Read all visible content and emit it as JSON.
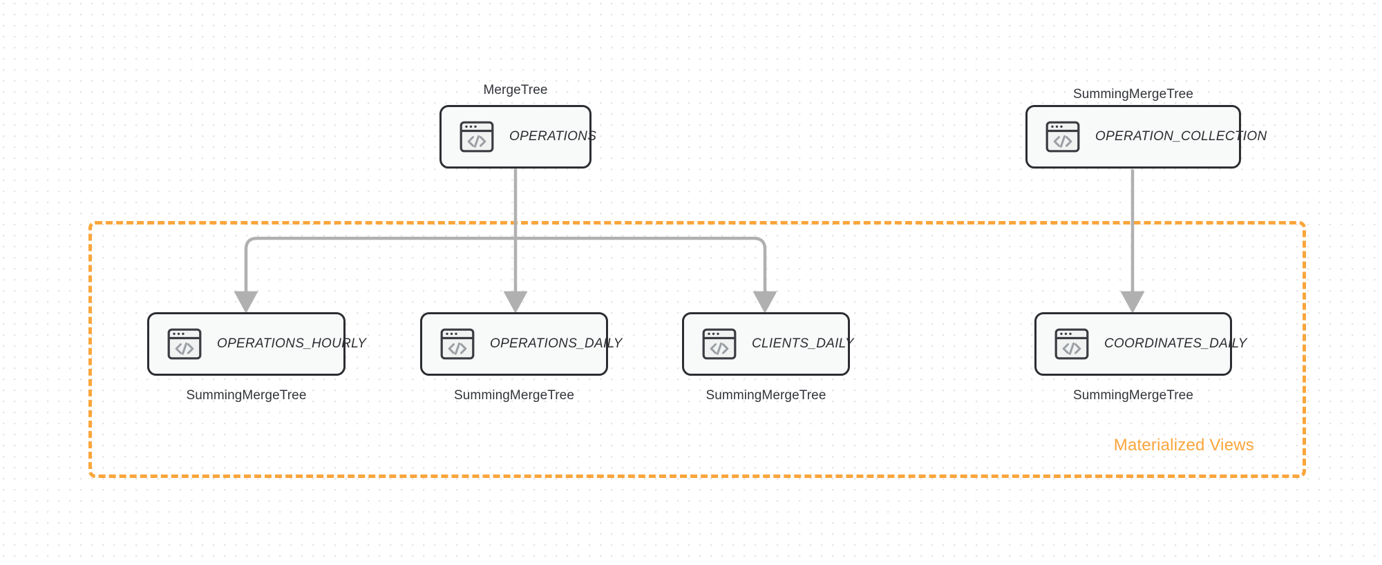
{
  "diagram": {
    "group": {
      "label": "Materialized Views",
      "color": "#faa63c",
      "style": "dashed"
    },
    "colors": {
      "node_border": "#2b2d31",
      "node_fill": "#f8f9f9",
      "edge": "#b0b0b0",
      "accent": "#faa63c",
      "background": "#ffffff",
      "grid_dot": "#e6e4e3"
    },
    "nodes": [
      {
        "id": "operations",
        "label": "OPERATIONS",
        "engine": "MergeTree",
        "engine_position": "above",
        "icon": "code-window-icon"
      },
      {
        "id": "operation_collection",
        "label": "OPERATION_COLLECTION",
        "engine": "SummingMergeTree",
        "engine_position": "above",
        "icon": "code-window-icon"
      },
      {
        "id": "operations_hourly",
        "label": "OPERATIONS_HOURLY",
        "engine": "SummingMergeTree",
        "engine_position": "below",
        "icon": "code-window-icon"
      },
      {
        "id": "operations_daily",
        "label": "OPERATIONS_DAILY",
        "engine": "SummingMergeTree",
        "engine_position": "below",
        "icon": "code-window-icon"
      },
      {
        "id": "clients_daily",
        "label": "CLIENTS_DAILY",
        "engine": "SummingMergeTree",
        "engine_position": "below",
        "icon": "code-window-icon"
      },
      {
        "id": "coordinates_daily",
        "label": "COORDINATES_DAILY",
        "engine": "SummingMergeTree",
        "engine_position": "below",
        "icon": "code-window-icon"
      }
    ],
    "edges": [
      {
        "from": "operations",
        "to": "operations_hourly"
      },
      {
        "from": "operations",
        "to": "operations_daily"
      },
      {
        "from": "operations",
        "to": "clients_daily"
      },
      {
        "from": "operation_collection",
        "to": "coordinates_daily"
      }
    ]
  }
}
